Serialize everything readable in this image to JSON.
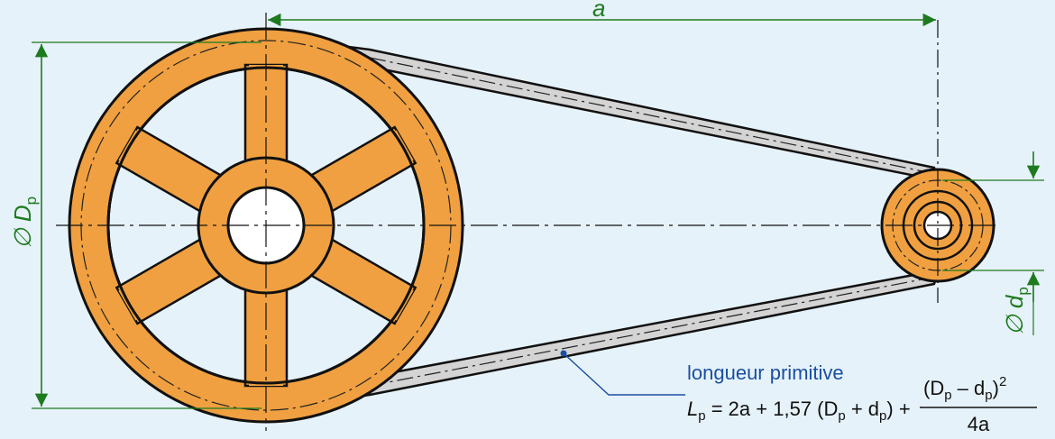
{
  "dimensions": {
    "center_distance": "a",
    "large_diameter_symbol": "∅",
    "large_diameter_var": "D",
    "large_diameter_sub": "p",
    "small_diameter_symbol": "∅",
    "small_diameter_var": "d",
    "small_diameter_sub": "p"
  },
  "caption": "longueur primitive",
  "formula": {
    "lhs_var": "L",
    "lhs_sub": "p",
    "middle": "= 2a + 1,57 (D",
    "middle_sub1": "p",
    "middle_plus": " + d",
    "middle_sub2": "p",
    "middle_close": ") +",
    "num_open": "(D",
    "num_sub1": "p",
    "num_minus": " – d",
    "num_sub2": "p",
    "num_close": ")",
    "num_exp": "2",
    "denominator": "4a"
  },
  "colors": {
    "background": "#e6f2fa",
    "pulley_fill": "#f0a040",
    "belt_fill": "#d4d4d4",
    "dimension_green": "#1e7a1e",
    "caption_blue": "#1a4fa0"
  }
}
